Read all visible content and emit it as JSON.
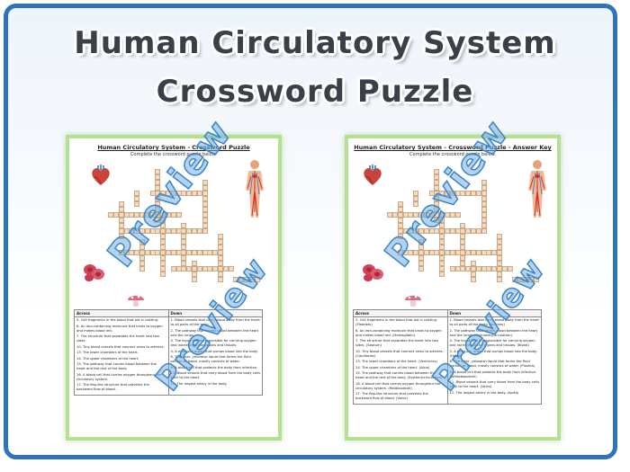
{
  "title": {
    "line1": "Human Circulatory System",
    "line2": "Crossword Puzzle"
  },
  "watermark": "Preview",
  "puzzle_sheet": {
    "title": "Human Circulatory System - Crossword Puzzle",
    "subtitle": "Complete the crossword puzzle below.",
    "across_header": "Across",
    "down_header": "Down",
    "across": [
      "3. Cell fragments in the blood that aid in clotting.",
      "6. An iron-containing molecule that binds to oxygen and makes blood red.",
      "7. The structure that separates the heart into two sides.",
      "10. Tiny blood vessels that connect veins to arteries.",
      "13. The lower chambers of the heart.",
      "14. The upper chambers of the heart.",
      "15. The pathway that carries blood between the heart and the rest of the body.",
      "16. A blood cell that carries oxygen throughout the circulatory system.",
      "17. The flap-like structure that prevents the backward flow of blood."
    ],
    "down": [
      "1. Blood vessels that carry blood away from the heart to all parts of the body.",
      "2. The pathway that carries blood between the heart and the lungs.",
      "4. The liquid that is responsible for carrying oxygen and nutrients to the organs and tissues.",
      "5. A muscular organ that pumps blood into the body.",
      "8. The clear, yellowish liquid that forms the fluid portion of blood, mostly consists of water.",
      "9. A blood cell that protects the body from infection.",
      "11. Blood vessels that carry blood from the body cells back to the heart.",
      "12. The largest artery in the body."
    ]
  },
  "answer_sheet": {
    "title": "Human Circulatory System - Crossword Puzzle - Answer Key",
    "subtitle": "Complete the crossword puzzle below.",
    "across_header": "Across",
    "down_header": "Down",
    "across": [
      "3. Cell fragments in the blood that aid in clotting. (Platelets)",
      "6. An iron-containing molecule that binds to oxygen and makes blood red. (Hemoglobin)",
      "7. The structure that separates the heart into two sides. (Septum)",
      "10. Tiny blood vessels that connect veins to arteries. (Capillaries)",
      "13. The lower chambers of the heart. (Ventricles)",
      "14. The upper chambers of the heart. (Atria)",
      "15. The pathway that carries blood between the heart and the rest of the body. (Systemiccirculation)",
      "16. A blood cell that carries oxygen throughout the circulatory system. (Redbloodcell)",
      "17. The flap-like structure that prevents the backward flow of blood. (Valve)"
    ],
    "down": [
      "1. Blood vessels that carry blood away from the heart to all parts of the body. (Arteries)",
      "2. The pathway that carries blood between the heart and the lungs. (Pulmonarycirculation)",
      "4. The liquid that is responsible for carrying oxygen and nutrients to the organs and tissues. (Blood)",
      "5. A muscular organ that pumps blood into the body. (Heart)",
      "8. The clear, yellowish liquid that forms the fluid portion of blood, mostly consists of water. (Plasma)",
      "9. A blood cell that protects the body from infection. (Whitebloodcell)",
      "11. Blood vessels that carry blood from the body cells back to the heart. (Veins)",
      "12. The largest artery in the body. (Aorta)"
    ]
  },
  "colors": {
    "frame": "#2f73b8",
    "sheet_border": "#b6e08f",
    "cell": "#f4dcc0",
    "watermark": "#3a86c8"
  }
}
